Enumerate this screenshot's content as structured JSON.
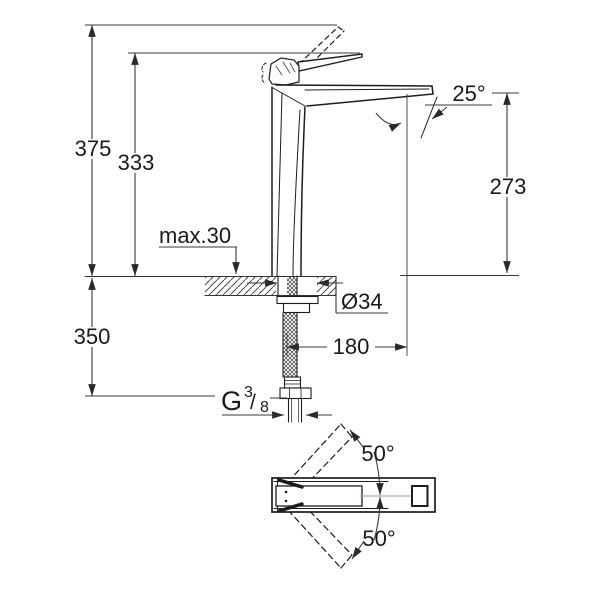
{
  "front": {
    "overall_height": "375",
    "height_to_lever_top": "333",
    "max_deck_thickness": "max.30",
    "below_deck_length": "350",
    "spout_outlet_height": "273",
    "spout_angle": "25°",
    "mounting_hole_diameter": "Ø34",
    "spout_projection": "180",
    "thread_letter": "G",
    "thread_numerator": "3",
    "thread_slash": "/",
    "thread_denominator": "8"
  },
  "plan": {
    "swivel_angle_upper": "50°",
    "swivel_angle_lower": "50°"
  },
  "colors": {
    "background": "#ffffff",
    "outline": "#1d1d1d",
    "dimension": "#3a3a3a",
    "centerline": "#9a9a9a"
  }
}
